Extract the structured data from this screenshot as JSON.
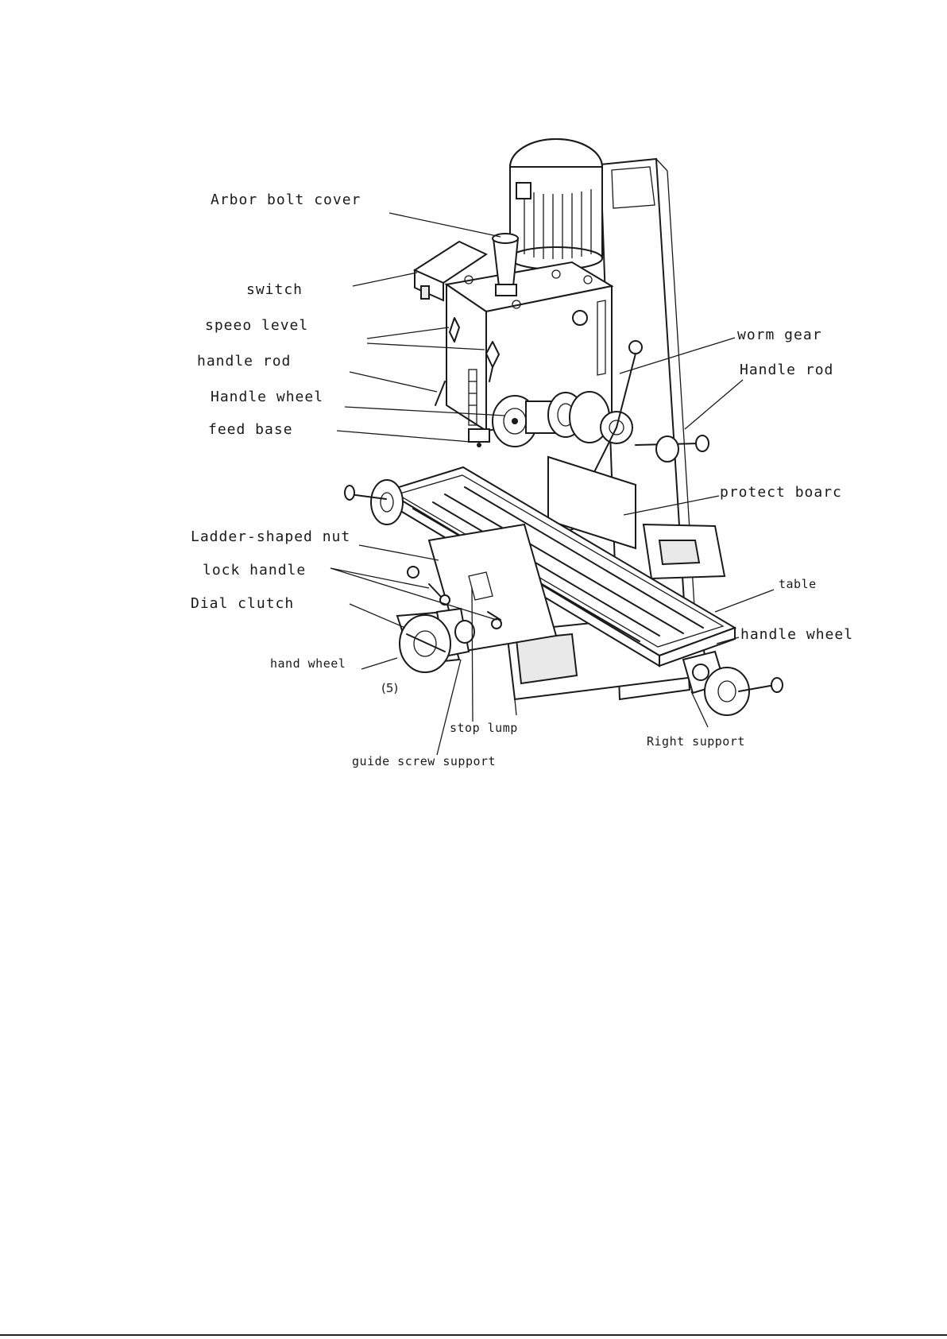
{
  "labels": {
    "arbor_bolt_cover": "Arbor bolt cover",
    "switch": "switch",
    "speed_level": "speeo level",
    "handle_rod_left": "handle rod",
    "handle_wheel_left": "Handle wheel",
    "feed_base": "feed base",
    "ladder_nut": "Ladder-shaped nut",
    "lock_handle": "lock handle",
    "dial_clutch": "Dial clutch",
    "hand_wheel": "hand wheel",
    "figure_number": "(5)",
    "stop_lump": "stop lump",
    "guide_screw_support": "guide screw support",
    "right_support": "Right support",
    "worm_gear": "worm gear",
    "handle_rod_right": "Handle rod",
    "protect_board": "protect boarc",
    "table": "table",
    "handle_wheel_right": "handle wheel"
  },
  "colors": {
    "ink": "#1a1a1a",
    "paper": "#ffffff"
  }
}
